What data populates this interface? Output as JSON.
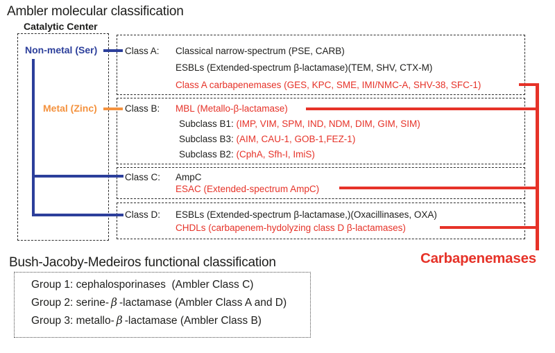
{
  "page": {
    "title": "Ambler molecular classification",
    "functional_title": "Bush-Jacoby-Medeiros functional classification",
    "carbapenemases": "Carbapenemases"
  },
  "catalytic": {
    "label": "Catalytic Center",
    "non_metal": "Non-metal (Ser)",
    "metal": "Metal (Zinc)"
  },
  "class_a": {
    "label": "Class A:",
    "row1": "Classical narrow-spectrum (PSE, CARB)",
    "row2": "ESBLs (Extended-spectrum β-lactamase)(TEM, SHV, CTX-M)",
    "row3": "Class A carbapenemases (GES, KPC, SME, IMI/NMC-A, SHV-38, SFC-1)"
  },
  "class_b": {
    "label": "Class B:",
    "mbl": "MBL (Metallo-β-lactamase)",
    "b1_label": "Subclass B1: ",
    "b1_list": "(IMP, VIM, SPM, IND, NDM, DIM, GIM, SIM)",
    "b3_label": "Subclass B3: ",
    "b3_list": "(AIM, CAU-1, GOB-1,FEZ-1)",
    "b2_label": "Subclass B2: ",
    "b2_list": "(CphA, Sfh-I, ImiS)"
  },
  "class_c": {
    "label": "Class C:",
    "row1": "AmpC",
    "row2": "ESAC (Extended-spectrum AmpC)"
  },
  "class_d": {
    "label": "Class D:",
    "row1": "ESBLs (Extended-spectrum β-lactamase,)(Oxacillinases, OXA)",
    "row2": "CHDLs (carbapenem-hydolyzing class D β-lactamases)"
  },
  "functional_groups": {
    "g1": "Group 1: cephalosporinases  (Ambler Class C)",
    "g2_pre": "Group 2: serine-",
    "g2_beta": "β",
    "g2_post": "-lactamase (Ambler Class A and D)",
    "g3_pre": "Group 3: metallo-",
    "g3_beta": "β",
    "g3_post": "-lactamase (Ambler Class B)"
  },
  "colors": {
    "blue": "#2c3f9b",
    "orange": "#f4923e",
    "red": "#e63228",
    "text": "#1d1d1b"
  }
}
